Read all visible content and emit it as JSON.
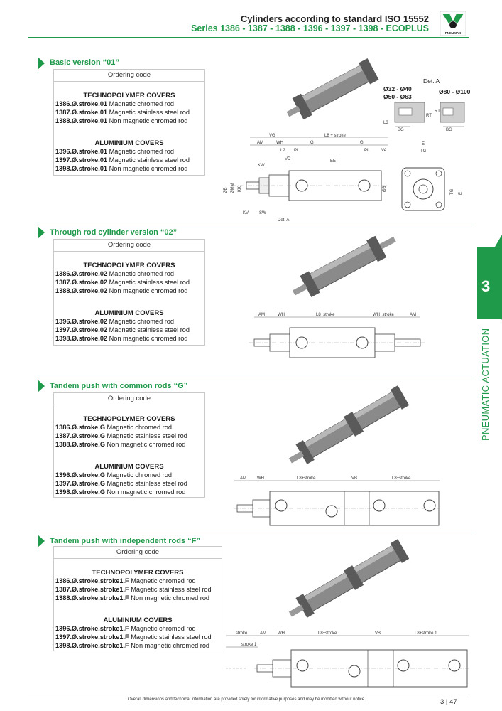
{
  "header": {
    "title": "Cylinders according to standard ISO 15552",
    "subtitle": "Series 1386 - 1387 - 1388 - 1396 - 1397 - 1398 - ECOPLUS",
    "logo_text": "PNEUMAX"
  },
  "tab": {
    "number": "3",
    "label": "PNEUMATIC ACTUATION"
  },
  "sections": [
    {
      "title": "Basic version “01”",
      "box_header": "Ordering code",
      "group1_title": "TECHNOPOLYMER COVERS",
      "group1": [
        {
          "code": "1386.Ø.stroke.01",
          "desc": " Magnetic chromed rod"
        },
        {
          "code": "1387.Ø.stroke.01",
          "desc": " Magnetic stainless steel rod"
        },
        {
          "code": "1388.Ø.stroke.01",
          "desc": " Non magnetic chromed rod"
        }
      ],
      "group2_title": "ALUMINIUM COVERS",
      "group2": [
        {
          "code": "1396.Ø.stroke.01",
          "desc": " Magnetic chromed rod"
        },
        {
          "code": "1397.Ø.stroke.01",
          "desc": " Magnetic stainless steel rod"
        },
        {
          "code": "1398.Ø.stroke.01",
          "desc": " Non magnetic chromed rod"
        }
      ],
      "dims": {
        "det_a": "Det. A",
        "size1": "Ø32 - Ø40",
        "size2": "Ø50 - Ø63",
        "size3": "Ø80 - Ø100",
        "vg": "VG",
        "l8": "L8 + stroke",
        "am": "AM",
        "wh": "WH",
        "g": "G",
        "l2": "L2",
        "pl": "PL",
        "va": "VA",
        "vd": "VD",
        "ee": "EE",
        "kw": "KW",
        "kv": "KV",
        "sw": "SW",
        "ob": "ØB",
        "omm": "ØMM",
        "kk": "KK",
        "e": "E",
        "tg": "TG",
        "bg": "BG",
        "l3": "L3",
        "rt": "RT"
      }
    },
    {
      "title": "Through rod cylinder version “02”",
      "box_header": "Ordering code",
      "group1_title": "TECHNOPOLYMER COVERS",
      "group1": [
        {
          "code": "1386.Ø.stroke.02",
          "desc": " Magnetic chromed rod"
        },
        {
          "code": "1387.Ø.stroke.02",
          "desc": " Magnetic stainless steel rod"
        },
        {
          "code": "1388.Ø.stroke.02",
          "desc": " Non magnetic chromed rod"
        }
      ],
      "group2_title": "ALUMINIUM COVERS",
      "group2": [
        {
          "code": "1396.Ø.stroke.02",
          "desc": " Magnetic chromed rod"
        },
        {
          "code": "1397.Ø.stroke.02",
          "desc": " Magnetic stainless steel rod"
        },
        {
          "code": "1398.Ø.stroke.02",
          "desc": " Non magnetic chromed rod"
        }
      ],
      "dims": {
        "am": "AM",
        "wh": "WH",
        "l8": "L8+stroke",
        "wh_stroke": "WH+stroke",
        "am2": "AM"
      }
    },
    {
      "title": "Tandem push with common rods “G”",
      "box_header": "Ordering code",
      "group1_title": "TECHNOPOLYMER COVERS",
      "group1": [
        {
          "code": "1386.Ø.stroke.G",
          "desc": " Magnetic chromed rod"
        },
        {
          "code": "1387.Ø.stroke.G",
          "desc": " Magnetic stainless steel rod"
        },
        {
          "code": "1388.Ø.stroke.G",
          "desc": " Non magnetic chromed rod"
        }
      ],
      "group2_title": "ALUMINIUM COVERS",
      "group2": [
        {
          "code": "1396.Ø.stroke.G",
          "desc": " Magnetic chromed rod"
        },
        {
          "code": "1397.Ø.stroke.G",
          "desc": " Magnetic stainless steel rod"
        },
        {
          "code": "1398.Ø.stroke.G",
          "desc": " Non magnetic chromed rod"
        }
      ],
      "dims": {
        "am": "AM",
        "wh": "WH",
        "l8a": "L8+stroke",
        "vb": "VB",
        "l8b": "L8+stroke"
      }
    },
    {
      "title": "Tandem push with independent rods “F”",
      "box_header": "Ordering code",
      "group1_title": "TECHNOPOLYMER COVERS",
      "group1": [
        {
          "code": "1386.Ø.stroke.stroke1.F",
          "desc": " Magnetic chromed rod"
        },
        {
          "code": "1387.Ø.stroke.stroke1.F",
          "desc": " Magnetic stainless steel rod"
        },
        {
          "code": "1388.Ø.stroke.stroke1.F",
          "desc": " Non magnetic chromed rod"
        }
      ],
      "group2_title": "ALUMINIUM COVERS",
      "group2": [
        {
          "code": "1396.Ø.stroke.stroke1.F",
          "desc": " Magnetic chromed rod"
        },
        {
          "code": "1397.Ø.stroke.stroke1.F",
          "desc": " Magnetic stainless steel rod"
        },
        {
          "code": "1398.Ø.stroke.stroke1.F",
          "desc": " Non magnetic chromed rod"
        }
      ],
      "dims": {
        "stroke": "stroke",
        "stroke1": "stroke 1",
        "am": "AM",
        "wh": "WH",
        "l8a": "L8+stroke",
        "vb": "VB",
        "l8b": "L8+stroke 1"
      }
    }
  ],
  "footer": {
    "note": "Overall dimensions and technical information are provided solely for informative purposes and may be modified without notice",
    "page": "3 | 47"
  },
  "colors": {
    "accent": "#1f9a4a",
    "gray_body": "#7a7a7a"
  }
}
